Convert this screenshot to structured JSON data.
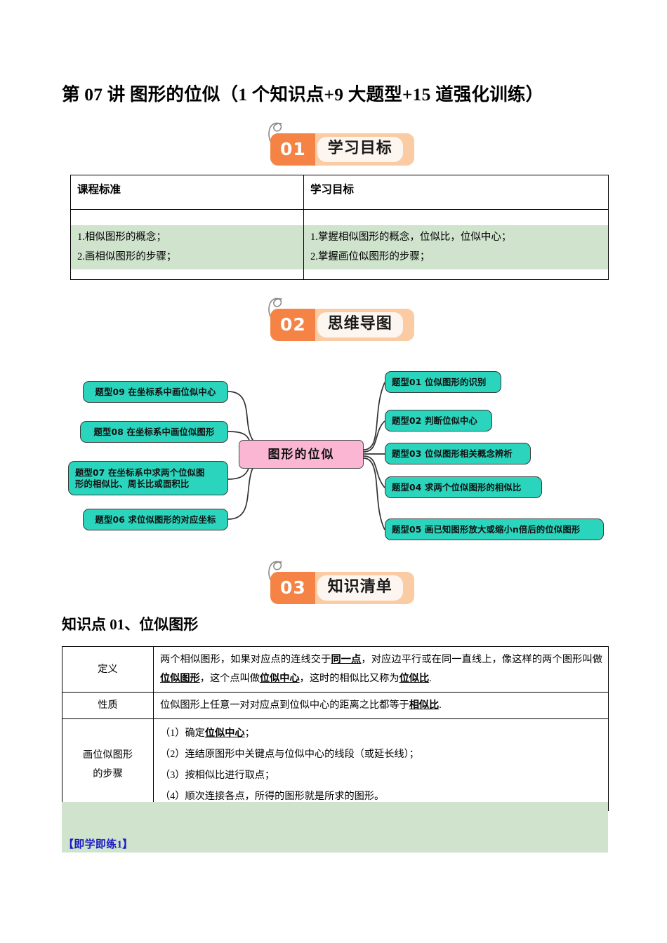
{
  "page": {
    "title": "第 07 讲  图形的位似（1 个知识点+9 大题型+15 道强化训练）"
  },
  "sections": [
    {
      "number": "01",
      "label": "学习目标"
    },
    {
      "number": "02",
      "label": "思维导图"
    },
    {
      "number": "03",
      "label": "知识清单"
    }
  ],
  "objectives_table": {
    "headers": [
      "课程标准",
      "学习目标"
    ],
    "rows": [
      {
        "standard": [
          "1.相似图形的概念；",
          "2.画相似图形的步骤；"
        ],
        "goal": [
          "1.掌握相似图形的概念，位似比，位似中心；",
          "2.掌握画位似图形的步骤；"
        ]
      }
    ]
  },
  "mindmap": {
    "center": "图形的位似",
    "left_nodes": [
      {
        "id": "09",
        "label": "题型09  在坐标系中画位似中心"
      },
      {
        "id": "08",
        "label": "题型08  在坐标系中画位似图形"
      },
      {
        "id": "07",
        "label_line1": "题型07  在坐标系中求两个位似图",
        "label_line2": "形的相似比、周长比或面积比"
      },
      {
        "id": "06",
        "label": "题型06  求位似图形的对应坐标"
      }
    ],
    "right_nodes": [
      {
        "id": "01",
        "label": "题型01  位似图形的识别"
      },
      {
        "id": "02",
        "label": "题型02  判断位似中心"
      },
      {
        "id": "03",
        "label": "题型03  位似图形相关概念辨析"
      },
      {
        "id": "04",
        "label": "题型04  求两个位似图形的相似比"
      },
      {
        "id": "05",
        "label": "题型05  画已知图形放大或缩小n倍后的位似图形"
      }
    ],
    "colors": {
      "node": "#2ad4bd",
      "center": "#fbb6d4",
      "stroke": "#3a3a3a"
    }
  },
  "knowledge_point": {
    "heading": "知识点 01、位似图形",
    "rows": [
      {
        "label": "定义",
        "segments": [
          {
            "t": "两个相似图形，如果对应点的连线交于",
            "b": false
          },
          {
            "t": "同一点",
            "b": true
          },
          {
            "t": "，对应边平行或在同一直线上，像这样的两个图形叫做",
            "b": false
          },
          {
            "t": "位似图形",
            "b": true
          },
          {
            "t": "，这个点叫做",
            "b": false
          },
          {
            "t": "位似中心",
            "b": true
          },
          {
            "t": "，这时的相似比又称为",
            "b": false
          },
          {
            "t": "位似比",
            "b": true
          },
          {
            "t": ".",
            "b": false
          }
        ]
      },
      {
        "label": "性质",
        "segments": [
          {
            "t": "位似图形上任意一对对应点到位似中心的距离之比都等于",
            "b": false
          },
          {
            "t": "相似比",
            "b": true
          },
          {
            "t": ".",
            "b": false
          }
        ]
      },
      {
        "label_line1": "画位似图形",
        "label_line2": "的步骤",
        "steps": [
          [
            {
              "t": "（1）确定",
              "b": false
            },
            {
              "t": "位似中心",
              "b": true
            },
            {
              "t": "；",
              "b": false
            }
          ],
          [
            {
              "t": "（2）连结原图形中关键点与位似中心的线段（或延长线）；",
              "b": false
            }
          ],
          [
            {
              "t": "（3）按相似比进行取点；",
              "b": false
            }
          ],
          [
            {
              "t": "（4）顺次连接各点，所得的图形就是所求的图形。",
              "b": false
            }
          ]
        ]
      }
    ]
  },
  "practice": {
    "label": "【即学即练1】",
    "label_color": "#1a19c4",
    "block_color": "#cfe3cd"
  }
}
